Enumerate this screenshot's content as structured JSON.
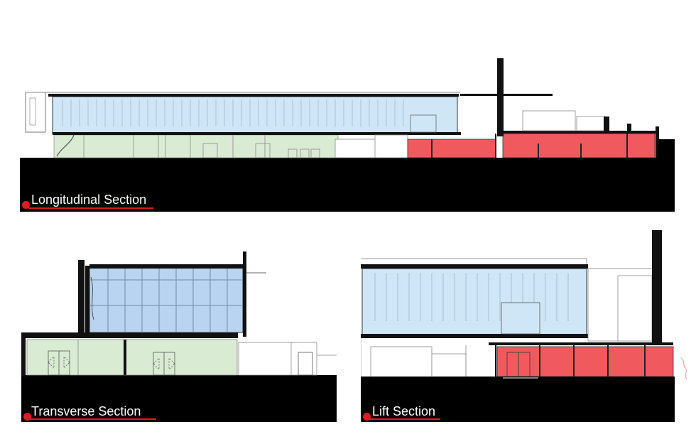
{
  "sections": {
    "longitudinal": {
      "label": "Longitudinal Section"
    },
    "transverse": {
      "label": "Transverse Section"
    },
    "lift": {
      "label": "Lift Section"
    }
  },
  "colors": {
    "ground": "#000000",
    "glazing_blue": "#cfe6f7",
    "glazing_blue_dark": "#b9d4f0",
    "ground_floor_green": "#d9ecd3",
    "highlight_red": "#f05a5f",
    "label_marker_red": "#e01b22",
    "label_text": "#ffffff"
  },
  "icons": {
    "label_marker": "red-dot-icon"
  }
}
